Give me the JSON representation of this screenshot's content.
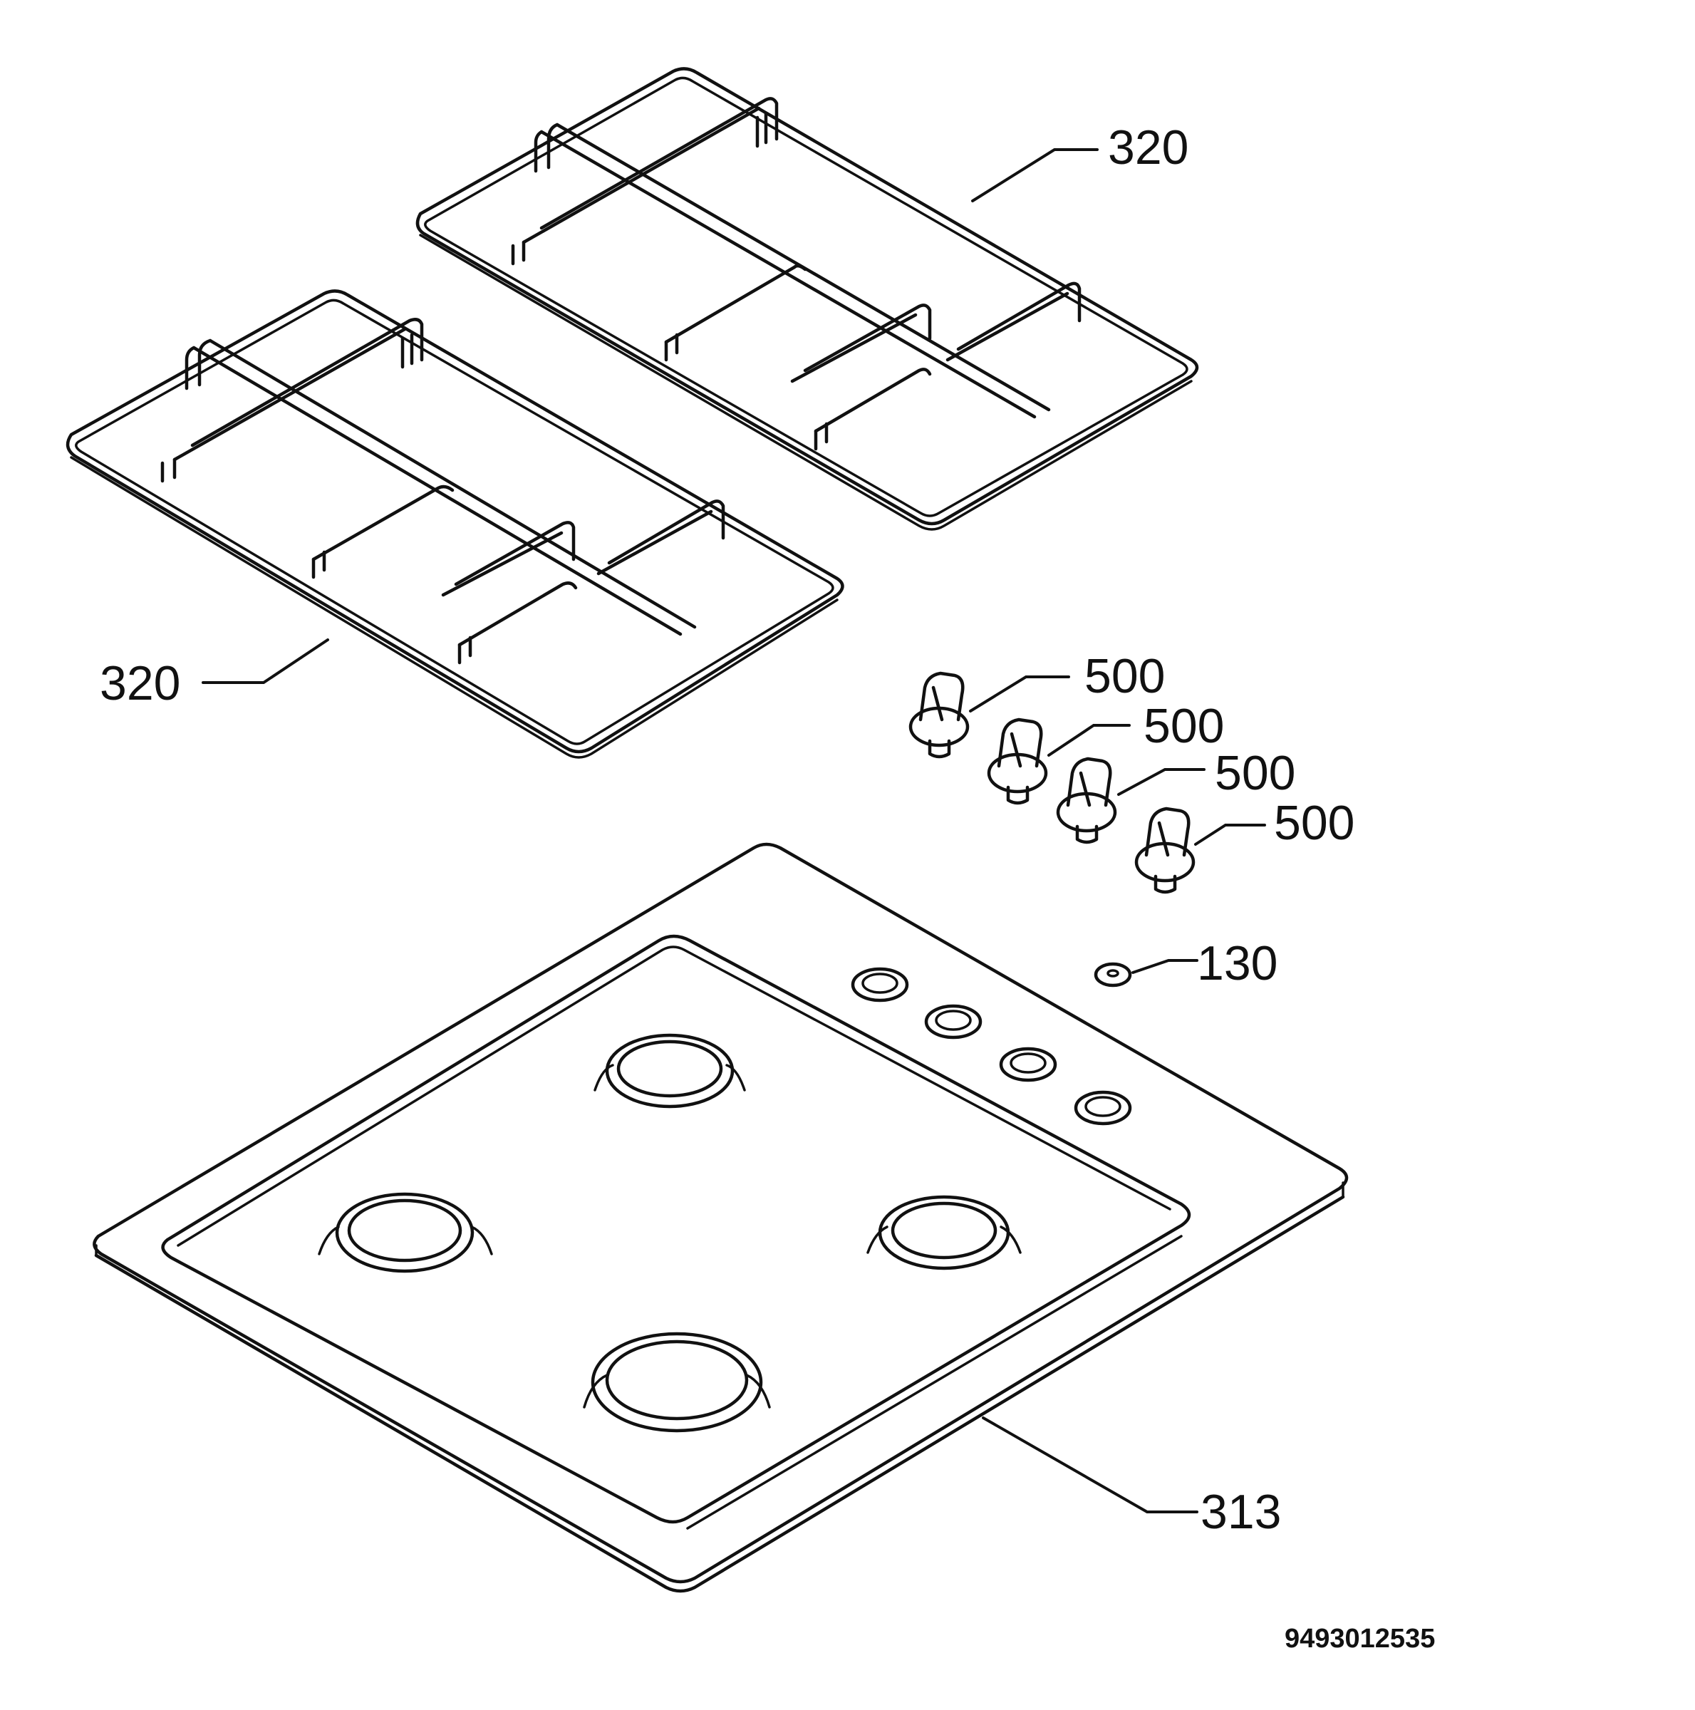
{
  "parts": {
    "grid_upper": "320",
    "grid_lower": "320",
    "knob_1": "500",
    "knob_2": "500",
    "knob_3": "500",
    "knob_4": "500",
    "cap": "130",
    "hob_top": "313"
  },
  "drawing_code": "9493012535"
}
